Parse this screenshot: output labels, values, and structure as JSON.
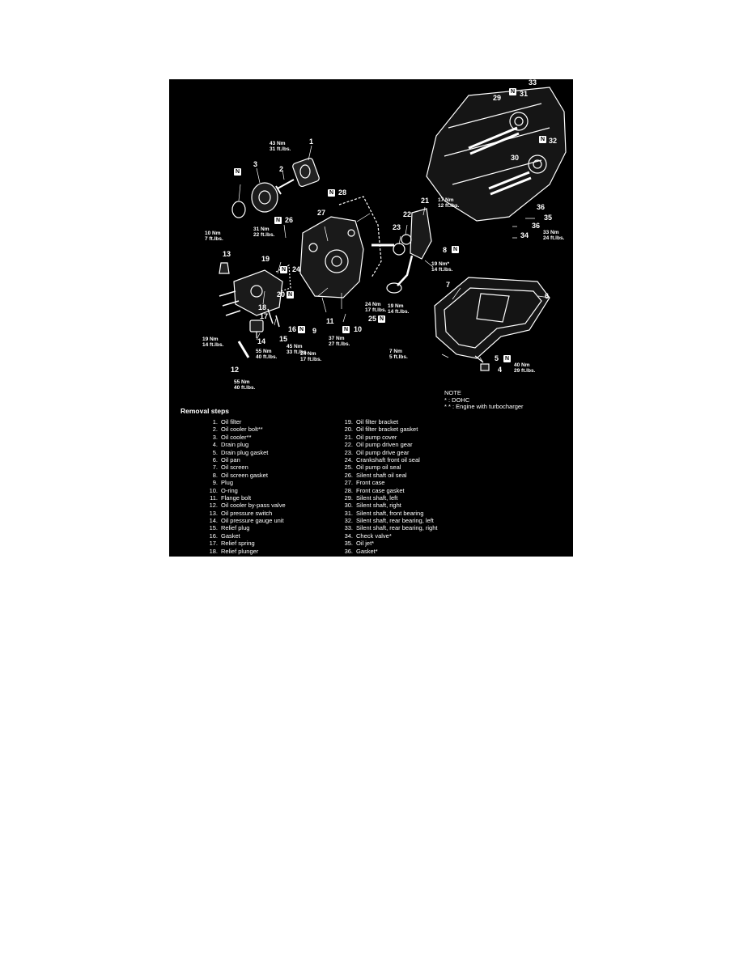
{
  "callouts": [
    "1",
    "2",
    "3",
    "4",
    "5",
    "6",
    "7",
    "8",
    "9",
    "10",
    "11",
    "12",
    "13",
    "14",
    "15",
    "16",
    "17",
    "18",
    "19",
    "20",
    "21",
    "22",
    "23",
    "24",
    "25",
    "26",
    "27",
    "28",
    "29",
    "30",
    "31",
    "32",
    "33",
    "34",
    "35",
    "36",
    "36"
  ],
  "torques": [
    "43 Nm\n31 ft.lbs.",
    "10 Nm\n7 ft.lbs.",
    "31 Nm\n22 ft.lbs.",
    "17 Nm\n12 ft.lbs.",
    "19 Nm*\n14 ft.lbs.",
    "19 Nm\n14 ft.lbs.",
    "24 Nm\n17 ft.lbs.",
    "19 Nm\n14 ft.lbs.",
    "55 Nm\n40 ft.lbs.",
    "45 Nm\n33 ft.lbs.",
    "37 Nm\n27 ft.lbs.",
    "24 Nm\n17 ft.lbs.",
    "55 Nm\n40 ft.lbs.",
    "7 Nm\n5 ft.lbs.",
    "40 Nm\n29 ft.lbs.",
    "33 Nm\n24 ft.lbs."
  ],
  "new_part_badge": "N",
  "note": {
    "heading": "NOTE",
    "line1": "* : DOHC",
    "line2": "* * : Engine with turbocharger"
  },
  "removal_steps_title": "Removal steps",
  "removal_steps_col1": [
    {
      "num": "1.",
      "text": "Oil filter"
    },
    {
      "num": "2.",
      "text": "Oil cooler bolt**"
    },
    {
      "num": "3.",
      "text": "Oil cooler**"
    },
    {
      "num": "4.",
      "text": "Drain plug"
    },
    {
      "num": "5.",
      "text": "Drain plug gasket"
    },
    {
      "num": "6.",
      "text": "Oil pan"
    },
    {
      "num": "7.",
      "text": "Oil screen"
    },
    {
      "num": "8.",
      "text": "Oil screen gasket"
    },
    {
      "num": "9.",
      "text": "Plug"
    },
    {
      "num": "10.",
      "text": "O-ring"
    },
    {
      "num": "11.",
      "text": "Flange bolt"
    },
    {
      "num": "12.",
      "text": "Oil cooler by-pass valve"
    },
    {
      "num": "13.",
      "text": "Oil pressure switch"
    },
    {
      "num": "14.",
      "text": "Oil pressure gauge unit"
    },
    {
      "num": "15.",
      "text": "Relief plug"
    },
    {
      "num": "16.",
      "text": "Gasket"
    },
    {
      "num": "17.",
      "text": "Relief spring"
    },
    {
      "num": "18.",
      "text": "Relief plunger"
    }
  ],
  "removal_steps_col2": [
    {
      "num": "19.",
      "text": "Oil filter bracket"
    },
    {
      "num": "20.",
      "text": "Oil filter bracket gasket"
    },
    {
      "num": "21.",
      "text": "Oil pump cover"
    },
    {
      "num": "22.",
      "text": "Oil pump driven gear"
    },
    {
      "num": "23.",
      "text": "Oil pump drive gear"
    },
    {
      "num": "24.",
      "text": "Crankshaft front oil seal"
    },
    {
      "num": "25.",
      "text": "Oil pump oil seal"
    },
    {
      "num": "26.",
      "text": "Silent shaft oil seal"
    },
    {
      "num": "27.",
      "text": "Front case"
    },
    {
      "num": "28.",
      "text": "Front case gasket"
    },
    {
      "num": "29.",
      "text": "Silent shaft, left"
    },
    {
      "num": "30.",
      "text": "Silent shaft, right"
    },
    {
      "num": "31.",
      "text": "Silent shaft, front bearing"
    },
    {
      "num": "32.",
      "text": "Silent shaft, rear bearing, left"
    },
    {
      "num": "33.",
      "text": "Silent shaft, rear bearing, right"
    },
    {
      "num": "34.",
      "text": "Check valve*"
    },
    {
      "num": "35.",
      "text": "Oil jet*"
    },
    {
      "num": "36.",
      "text": "Gasket*"
    }
  ]
}
